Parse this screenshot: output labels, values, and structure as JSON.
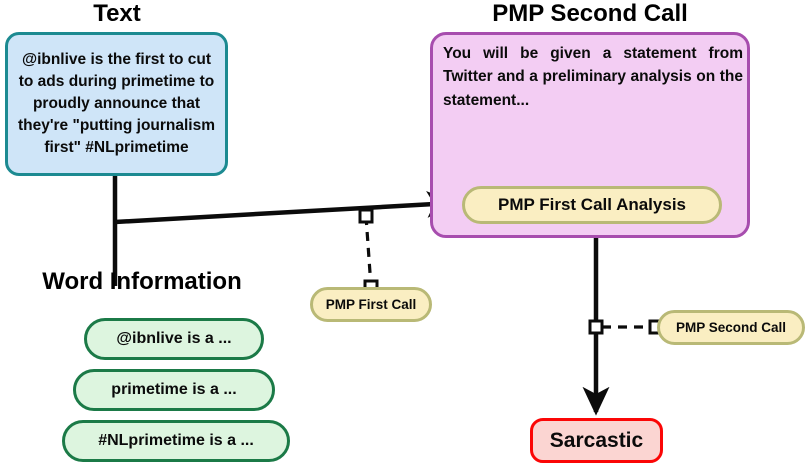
{
  "headings": {
    "text": "Text",
    "pmp_second_call": "PMP Second Call",
    "word_information": "Word Information"
  },
  "text_box": {
    "content": "@ibnlive is the first to cut to ads during primetime to proudly announce that they're \"putting journalism first\" #NLprimetime",
    "border_color": "#1c8a91",
    "fill_color": "#cfe5f8"
  },
  "pmp_second_call_box": {
    "prompt": "You will be given a statement from Twitter and a preliminary analysis on the statement...",
    "border_color": "#a74dae",
    "fill_color": "#f3cdf3",
    "inner_pill": {
      "label": "PMP First Call Analysis",
      "border_color": "#b9b976",
      "fill_color": "#faeec2"
    }
  },
  "word_information": {
    "items": [
      {
        "label": "@ibnlive is a ..."
      },
      {
        "label": "primetime is a ..."
      },
      {
        "label": "#NLprimetime is a ..."
      }
    ],
    "border_color": "#1b7a47",
    "fill_color": "#ddf5df"
  },
  "connector_labels": [
    {
      "label": "PMP First Call"
    },
    {
      "label": "PMP Second Call"
    }
  ],
  "output": {
    "label": "Sarcastic",
    "border_color": "#fb0606",
    "fill_color": "#fbd5d2"
  },
  "edges": {
    "line_color": "#0b0b0b",
    "style_solid": "solid-arrow",
    "style_dashed": "dashed-square-endpoints"
  }
}
